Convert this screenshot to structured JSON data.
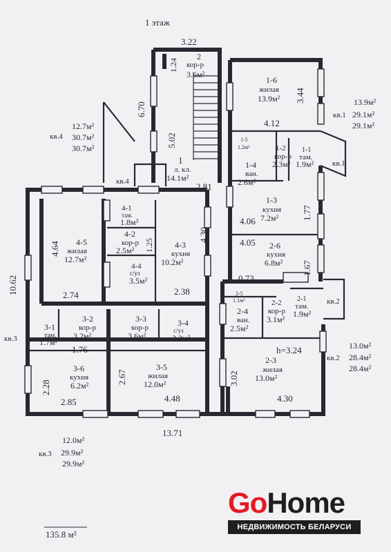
{
  "floor_title": "1 этаж",
  "dimensions": {
    "d322": "3.22",
    "d124": "1.24",
    "d670": "6.70",
    "d502": "5.02",
    "d281": "2.81",
    "d344": "3.44",
    "d412": "4.12",
    "d177": "1.77",
    "d406": "4.06",
    "d405": "4.05",
    "d167": "1.67",
    "d073": "0.73",
    "d464": "4.64",
    "d125": "1.25",
    "d430a": "4.30",
    "d1062": "10.62",
    "d274": "2.74",
    "d238": "2.38",
    "d176": "1.76",
    "d228": "2.28",
    "d267": "2.67",
    "d285": "2.85",
    "d448": "4.48",
    "d302": "3.02",
    "d430b": "4.30",
    "d1371": "13.71",
    "height": "h=3.24"
  },
  "rooms": [
    {
      "id": "r2",
      "num": "2",
      "name": "кор-р",
      "area": "3.6м²"
    },
    {
      "id": "r1",
      "num": "1",
      "name": "л. кл.",
      "area": "14.1м²"
    },
    {
      "id": "r16",
      "num": "1-6",
      "name": "жилая",
      "area": "13.9м²"
    },
    {
      "id": "r15",
      "num": "1-5",
      "name": "",
      "area": "1.2м²"
    },
    {
      "id": "r12",
      "num": "1-2",
      "name": "кор-р",
      "area": "2.3м²"
    },
    {
      "id": "r11",
      "num": "1-1",
      "name": "там.",
      "area": "1.9м²"
    },
    {
      "id": "r14",
      "num": "1-4",
      "name": "ван.",
      "area": "2.6м²"
    },
    {
      "id": "r13",
      "num": "1-3",
      "name": "кухня",
      "area": "7.2м²"
    },
    {
      "id": "r26",
      "num": "2-6",
      "name": "кухня",
      "area": "6.8м²"
    },
    {
      "id": "r25",
      "num": "2-5",
      "name": "",
      "area": "1.1м²"
    },
    {
      "id": "r22",
      "num": "2-2",
      "name": "кор-р",
      "area": "3.1м²"
    },
    {
      "id": "r21",
      "num": "2-1",
      "name": "там.",
      "area": "1.9м²"
    },
    {
      "id": "r24",
      "num": "2-4",
      "name": "ван.",
      "area": "2.5м²"
    },
    {
      "id": "r23",
      "num": "2-3",
      "name": "жилая",
      "area": "13.0м²"
    },
    {
      "id": "r41",
      "num": "4-1",
      "name": "там.",
      "area": "1.8м²"
    },
    {
      "id": "r42",
      "num": "4-2",
      "name": "кор-р",
      "area": "2.5м²"
    },
    {
      "id": "r45",
      "num": "4-5",
      "name": "жилая",
      "area": "12.7м²"
    },
    {
      "id": "r43",
      "num": "4-3",
      "name": "кухня",
      "area": "10.2м²"
    },
    {
      "id": "r44",
      "num": "4-4",
      "name": "с/уз",
      "area": "3.5м²"
    },
    {
      "id": "r31",
      "num": "3-1",
      "name": "там.",
      "area": "1.7м²"
    },
    {
      "id": "r32",
      "num": "3-2",
      "name": "кор-р",
      "area": "3.2м²"
    },
    {
      "id": "r33",
      "num": "3-3",
      "name": "кор-р",
      "area": "3.6м²"
    },
    {
      "id": "r34",
      "num": "3-4",
      "name": "с/уз",
      "area": "3.2м²"
    },
    {
      "id": "r36",
      "num": "3-6",
      "name": "кухня",
      "area": "6.2м²"
    },
    {
      "id": "r35",
      "num": "3-5",
      "name": "жилая",
      "area": "12.0м²"
    }
  ],
  "apartments": {
    "kv1": {
      "label": "кв.1",
      "living": "13.9м²",
      "total": "29.1м²",
      "total2": "29.1м²"
    },
    "kv2": {
      "label": "кв.2",
      "living": "13.0м²",
      "total": "28.4м²",
      "total2": "28.4м²"
    },
    "kv3": {
      "label": "кв.3",
      "living": "12.0м²",
      "total": "29.9м²",
      "total2": "29.9м²"
    },
    "kv4": {
      "label": "кв.4",
      "living": "12.7м²",
      "total": "30.7м²",
      "total2": "30.7м²"
    }
  },
  "entrance_labels": {
    "kv1": "кв.1",
    "kv2": "кв.2",
    "kv3": "кв.3",
    "kv4": "кв.4"
  },
  "total_area": "135.8 м²",
  "logo": {
    "go": "Go",
    "home": "Home",
    "tagline": "НЕДВИЖИМОСТЬ БЕЛАРУСИ"
  }
}
